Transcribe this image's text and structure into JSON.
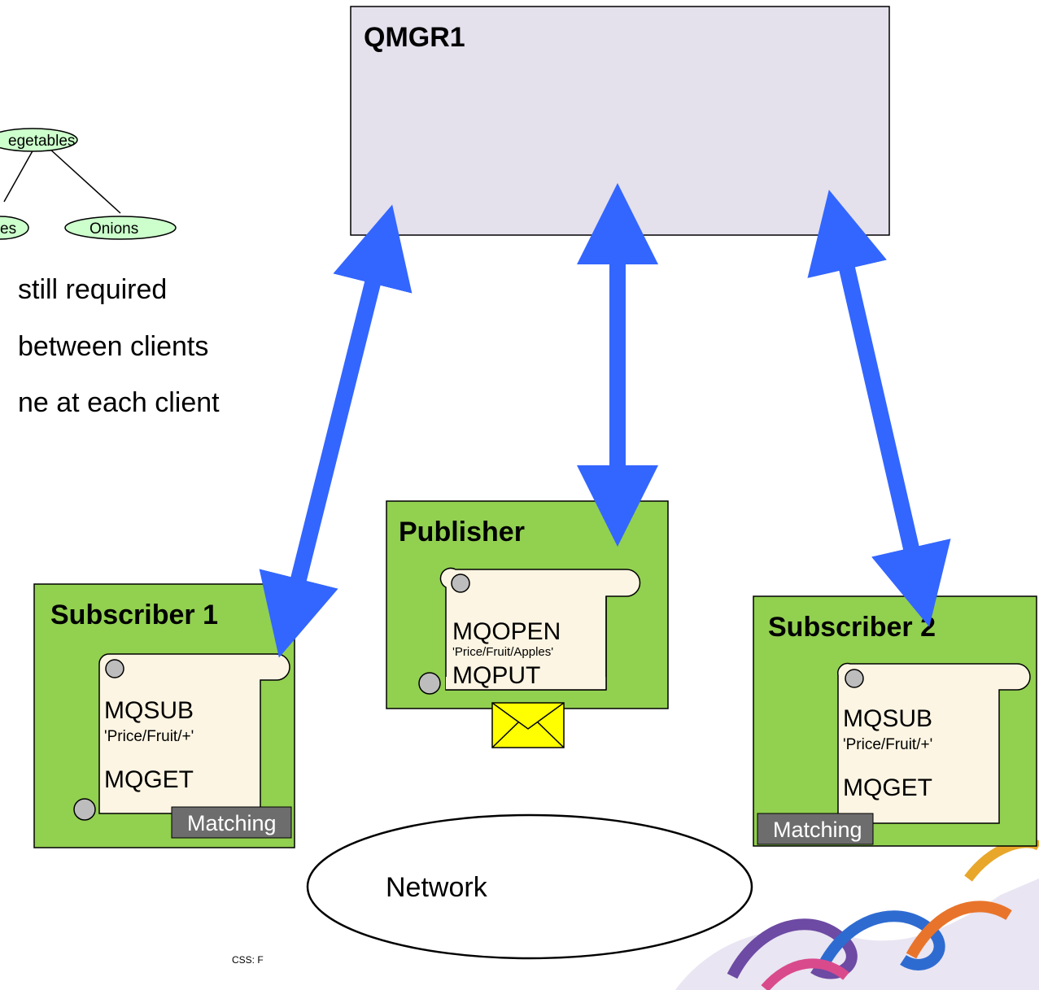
{
  "qmgr": {
    "title": "QMGR1"
  },
  "topic_tree": {
    "nodes": [
      "egetables",
      "Onions",
      "es"
    ]
  },
  "bullets": [
    "still required",
    "between clients",
    "ne at each client"
  ],
  "publisher": {
    "title": "Publisher",
    "calls": [
      "MQOPEN",
      "'Price/Fruit/Apples'",
      "MQPUT"
    ]
  },
  "subscriber1": {
    "title": "Subscriber 1",
    "calls": [
      "MQSUB",
      "'Price/Fruit/+'",
      "MQGET"
    ],
    "matching": "Matching"
  },
  "subscriber2": {
    "title": "Subscriber 2",
    "calls": [
      "MQSUB",
      "'Price/Fruit/+'",
      "MQGET"
    ],
    "matching": "Matching"
  },
  "network": {
    "label": "Network"
  },
  "footer": {
    "code": "CSS: F"
  },
  "colors": {
    "qmgr_fill": "#e4e0ec",
    "client_fill": "#92d050",
    "scroll_fill": "#fdf5e3",
    "arrow": "#3366ff",
    "matching_fill": "#6d6d6d",
    "node_fill": "#ccffcc",
    "envelope": "#ffff00"
  }
}
